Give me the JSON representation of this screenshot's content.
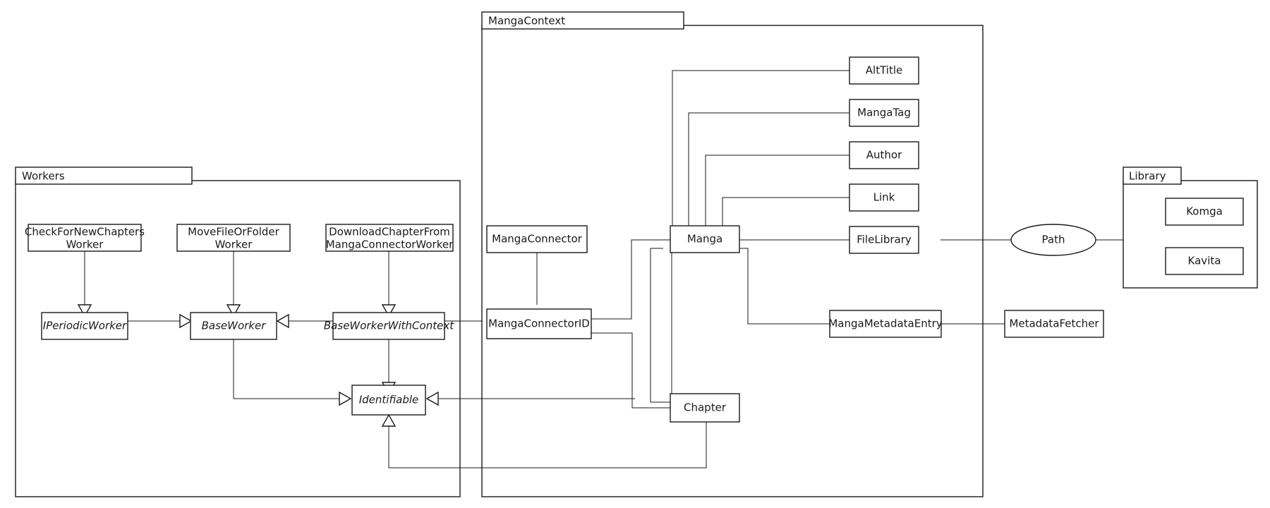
{
  "diagram": {
    "title": "Manga Library Architecture Class Diagram",
    "type": "uml-class-diagram",
    "background_color": "#ffffff",
    "line_color": "#1a1a1a",
    "box_fill": "#ffffff"
  },
  "groups": {
    "workers": {
      "label": "Workers"
    },
    "manga_context": {
      "label": "MangaContext"
    },
    "library": {
      "label": "Library"
    }
  },
  "nodes": {
    "check_for_new_chapters_worker": {
      "line1": "CheckForNewChapters",
      "line2": "Worker"
    },
    "move_file_or_folder_worker": {
      "line1": "MoveFileOrFolder",
      "line2": "Worker"
    },
    "download_chapter_from_manga_connector_worker": {
      "line1": "DownloadChapterFrom",
      "line2": "MangaConnectorWorker"
    },
    "iperiodic_worker": {
      "label": "IPeriodicWorker"
    },
    "base_worker": {
      "label": "BaseWorker"
    },
    "base_worker_with_context": {
      "label": "BaseWorkerWithContext"
    },
    "identifiable": {
      "label": "Identifiable"
    },
    "manga_connector": {
      "label": "MangaConnector"
    },
    "manga_connector_id": {
      "label": "MangaConnectorID"
    },
    "manga": {
      "label": "Manga"
    },
    "chapter": {
      "label": "Chapter"
    },
    "alt_title": {
      "label": "AltTitle"
    },
    "manga_tag": {
      "label": "MangaTag"
    },
    "author": {
      "label": "Author"
    },
    "link": {
      "label": "Link"
    },
    "file_library": {
      "label": "FileLibrary"
    },
    "manga_metadata_entry": {
      "label": "MangaMetadataEntry"
    },
    "metadata_fetcher": {
      "label": "MetadataFetcher"
    },
    "path": {
      "label": "Path"
    },
    "komga": {
      "label": "Komga"
    },
    "kavita": {
      "label": "Kavita"
    }
  }
}
